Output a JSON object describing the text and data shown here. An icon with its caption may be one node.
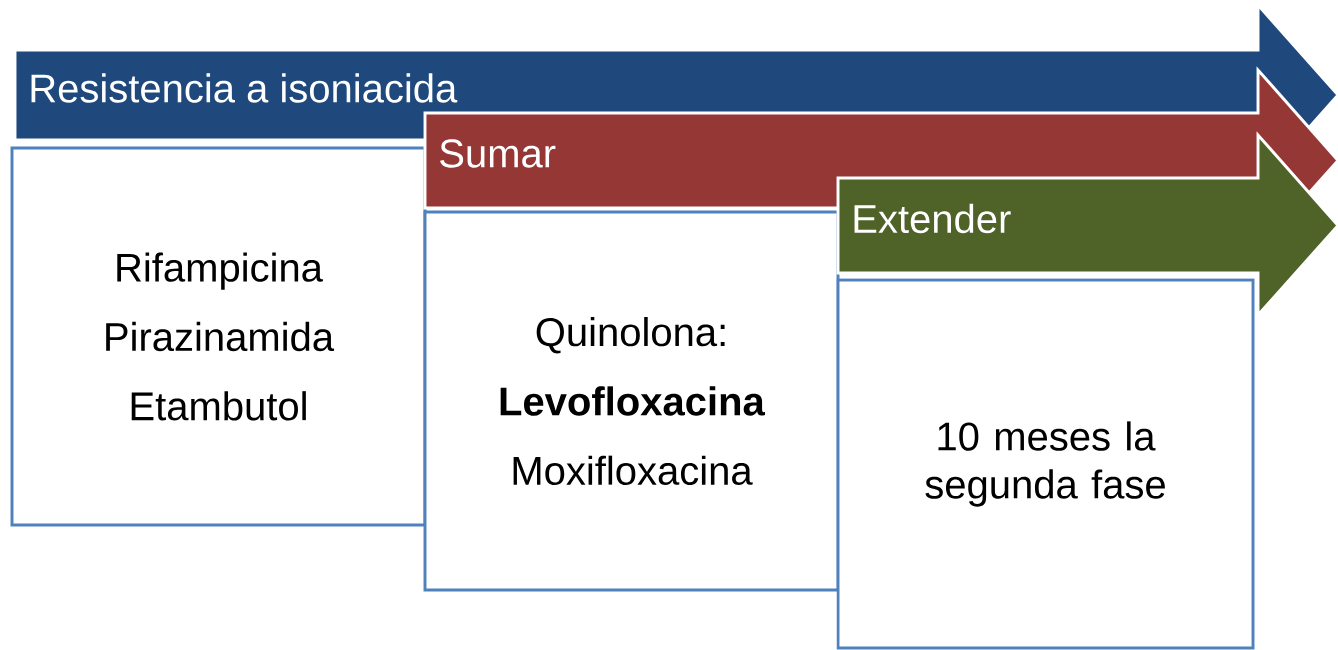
{
  "diagram": {
    "nodes": [
      {
        "text": [
          "Resistencia a isoniacida"
        ]
      },
      {
        "text": [
          "Rifampicina",
          "Pirazinamida",
          "Etambutol"
        ]
      },
      {
        "text": [
          "Sumar"
        ]
      },
      {
        "text": [
          "Quinolona:",
          "**Levofloxacina**",
          "Moxifloxacina"
        ]
      },
      {
        "text": [
          "Extender"
        ]
      },
      {
        "text": [
          "10 meses la segunda fase"
        ]
      }
    ]
  }
}
